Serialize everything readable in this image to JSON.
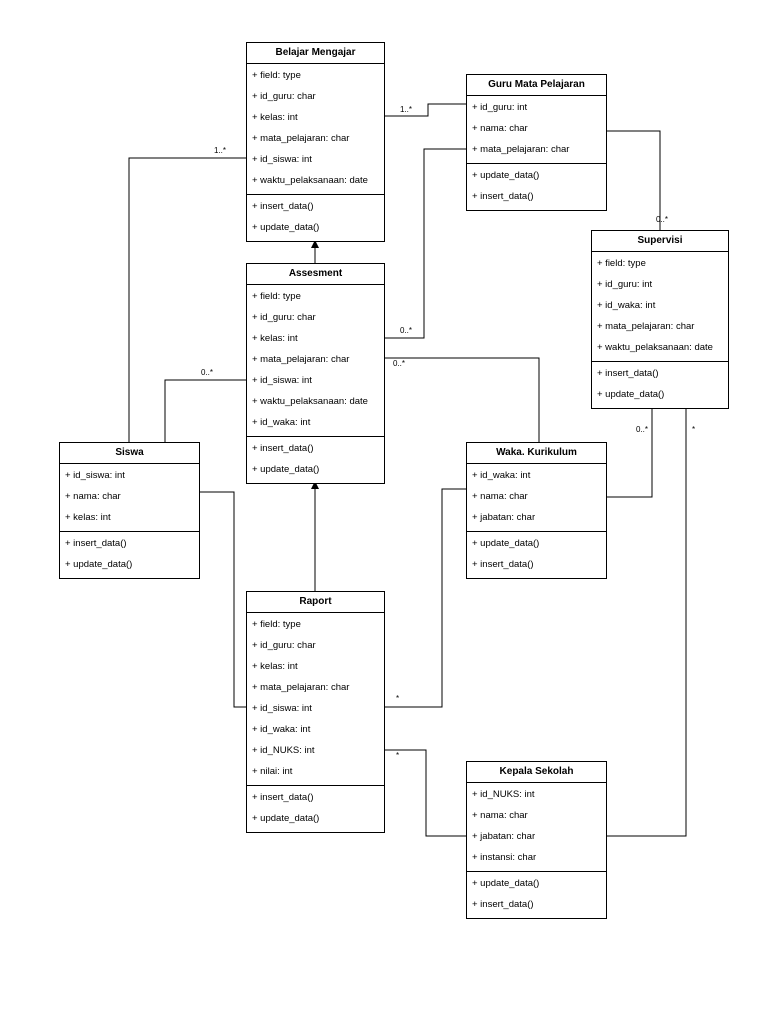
{
  "classes": {
    "belajar_mengajar": {
      "title": "Belajar Mengajar",
      "attributes": [
        "+ field: type",
        "+ id_guru: char",
        "+ kelas: int",
        "+ mata_pelajaran: char",
        "+ id_siswa: int",
        "+ waktu_pelaksanaan: date"
      ],
      "methods": [
        "+ insert_data()",
        "+ update_data()"
      ]
    },
    "guru_mata_pelajaran": {
      "title": "Guru Mata Pelajaran",
      "attributes": [
        "+ id_guru: int",
        "+ nama: char",
        "+ mata_pelajaran: char"
      ],
      "methods": [
        "+ update_data()",
        "+ insert_data()"
      ]
    },
    "supervisi": {
      "title": "Supervisi",
      "attributes": [
        "+ field: type",
        "+ id_guru: int",
        "+ id_waka: int",
        "+ mata_pelajaran: char",
        "+ waktu_pelaksanaan: date"
      ],
      "methods": [
        "+ insert_data()",
        "+ update_data()"
      ]
    },
    "assesment": {
      "title": "Assesment",
      "attributes": [
        "+ field: type",
        "+ id_guru: char",
        "+ kelas: int",
        "+ mata_pelajaran: char",
        "+ id_siswa: int",
        "+ waktu_pelaksanaan: date",
        "+ id_waka: int"
      ],
      "methods": [
        "+ insert_data()",
        "+ update_data()"
      ]
    },
    "siswa": {
      "title": "Siswa",
      "attributes": [
        "+ id_siswa: int",
        "+ nama: char",
        "+ kelas: int"
      ],
      "methods": [
        "+ insert_data()",
        "+ update_data()"
      ]
    },
    "waka_kurikulum": {
      "title": "Waka. Kurikulum",
      "attributes": [
        "+ id_waka: int",
        "+ nama: char",
        "+ jabatan: char"
      ],
      "methods": [
        "+ update_data()",
        "+ insert_data()"
      ]
    },
    "raport": {
      "title": "Raport",
      "attributes": [
        "+ field: type",
        "+ id_guru: char",
        "+ kelas: int",
        "+ mata_pelajaran: char",
        "+ id_siswa: int",
        "+ id_waka: int",
        "+ id_NUKS: int",
        "+ nilai: int"
      ],
      "methods": [
        "+ insert_data()",
        "+ update_data()"
      ]
    },
    "kepala_sekolah": {
      "title": "Kepala Sekolah",
      "attributes": [
        "+ id_NUKS: int",
        "+ nama: char",
        "+ jabatan: char",
        "+ instansi: char"
      ],
      "methods": [
        "+ update_data()",
        "+ insert_data()"
      ]
    }
  },
  "multiplicities": {
    "guru_to_belajar": "1..*",
    "siswa_to_belajar": "1..*",
    "guru_to_supervisi": "0..*",
    "guru_to_assesment": "0..*",
    "siswa_to_assesment": "0..*",
    "waka_to_assesment": "0..*",
    "waka_to_supervisi": "0..*",
    "kepala_to_supervisi": "*",
    "waka_to_raport": "*",
    "kepala_to_raport": "*"
  }
}
